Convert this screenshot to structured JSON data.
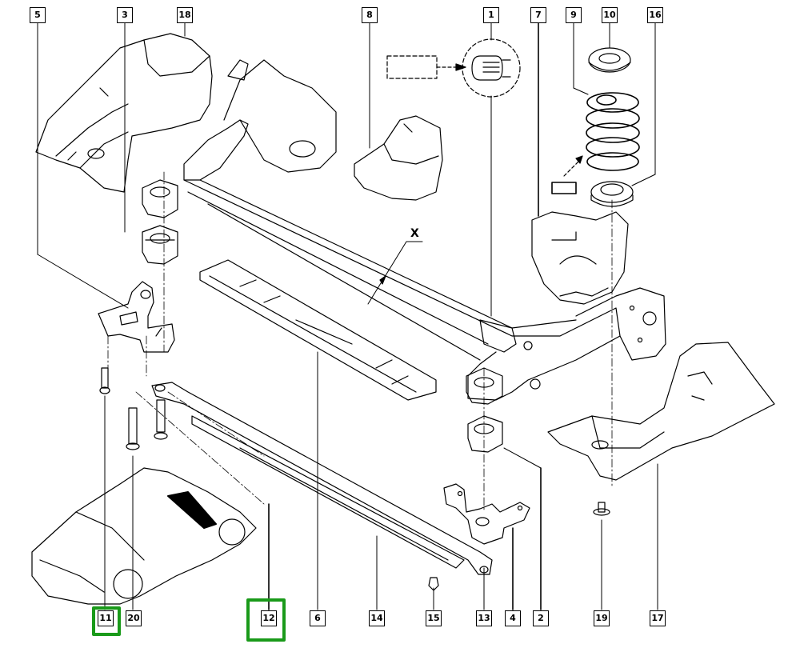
{
  "diagram": {
    "title": "Rear axle assembly exploded view",
    "highlight_color": "#1a9a1a",
    "detail_marker": "X",
    "highlighted_parts": [
      "11",
      "12"
    ],
    "callouts_top": [
      "5",
      "3",
      "18",
      "8",
      "1",
      "7",
      "9",
      "10",
      "16"
    ],
    "callouts_bottom": [
      "11",
      "20",
      "12",
      "6",
      "14",
      "15",
      "13",
      "4",
      "2",
      "19",
      "17"
    ]
  }
}
